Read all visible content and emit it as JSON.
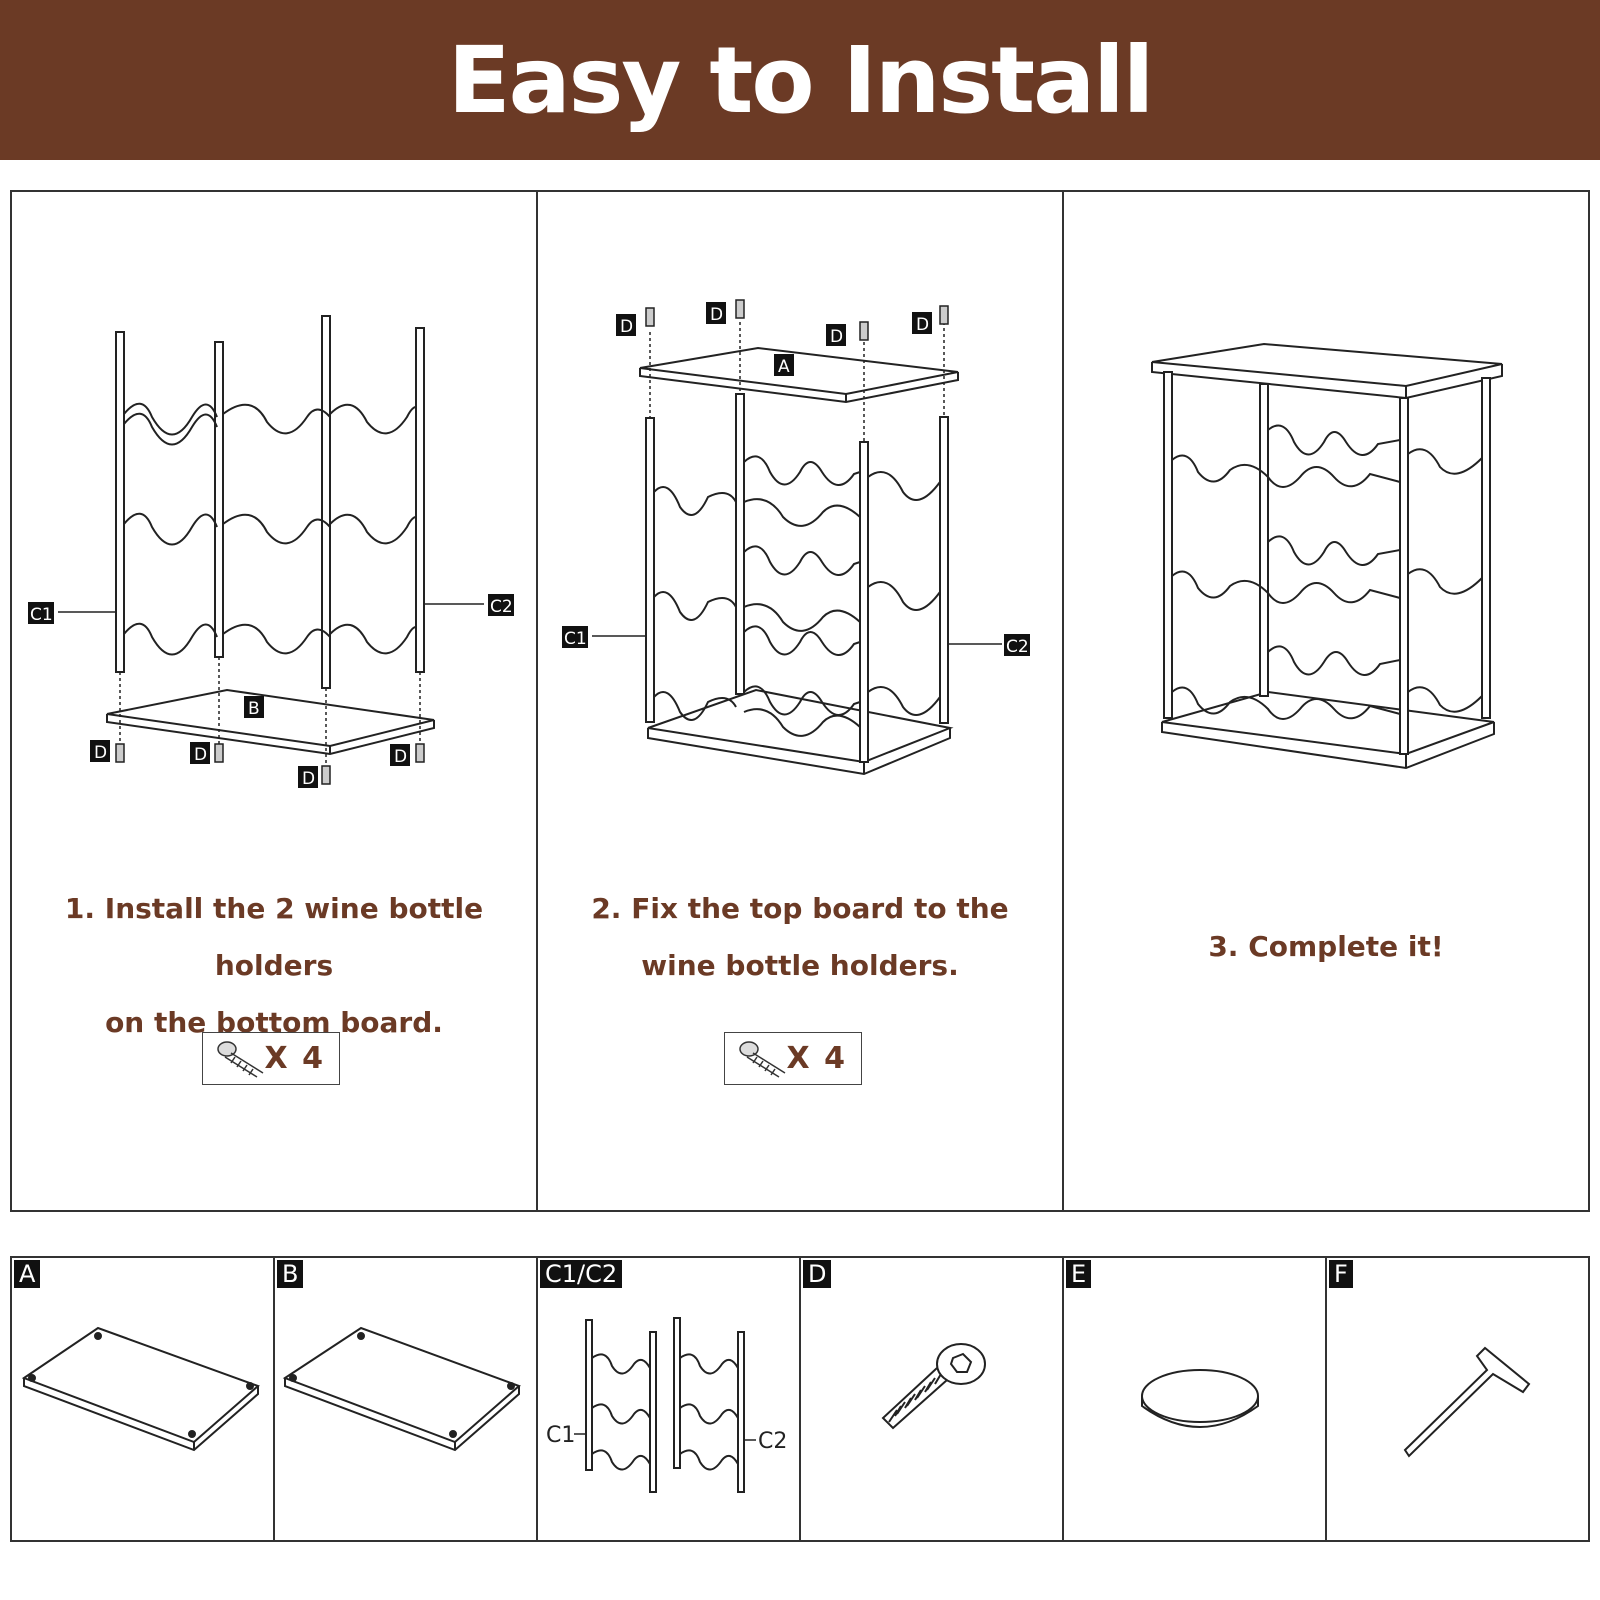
{
  "header": {
    "title": "Easy to Install"
  },
  "steps": [
    {
      "caption_line1": "1. Install the 2 wine bottle holders",
      "caption_line2": "on the bottom board.",
      "screw_count": "X 4"
    },
    {
      "caption_line1": "2. Fix the top board to the",
      "caption_line2": "wine bottle holders.",
      "screw_count": "X 4"
    },
    {
      "caption_line1": "3. Complete it!"
    }
  ],
  "diagram_labels": {
    "c1": "C1",
    "c2": "C2",
    "a": "A",
    "b": "B",
    "d": "D"
  },
  "parts": [
    {
      "tag": "A"
    },
    {
      "tag": "B"
    },
    {
      "tag": "C1/C2",
      "left_label": "C1",
      "right_label": "C2"
    },
    {
      "tag": "D"
    },
    {
      "tag": "E"
    },
    {
      "tag": "F"
    }
  ],
  "colors": {
    "brand": "#6b3a25",
    "text_accent": "#6b3a25",
    "line": "#333333"
  }
}
